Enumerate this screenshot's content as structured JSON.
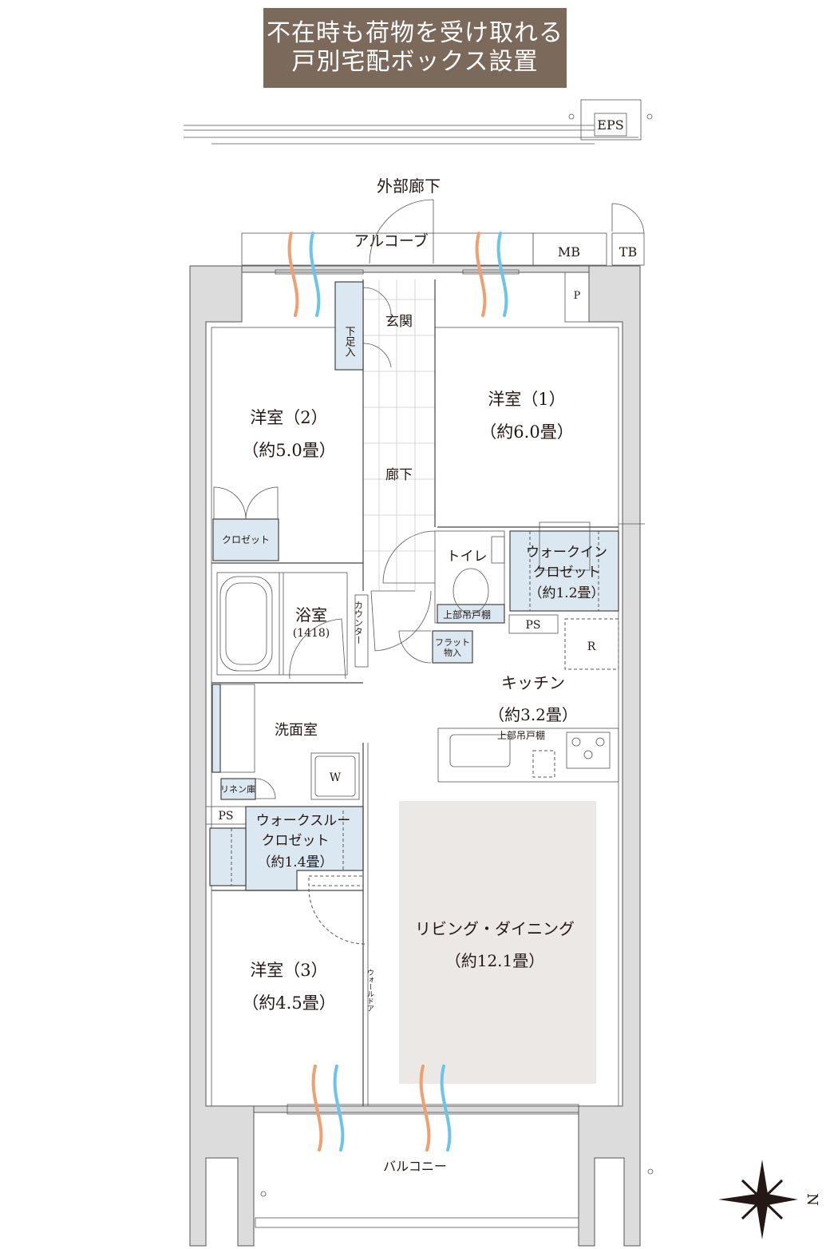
{
  "banner": {
    "line1": "不在時も荷物を受け取れる",
    "line2": "戸別宅配ボックス設置"
  },
  "labels": {
    "eps": "EPS",
    "corridor_outside": "外部廊下",
    "alcove": "アルコーブ",
    "mb": "MB",
    "tb": "TB",
    "p": "P",
    "entrance": "玄関",
    "shoe_storage": "下足入",
    "hallway": "廊下",
    "western1_name": "洋室（1）",
    "western1_size": "（約6.0畳）",
    "western2_name": "洋室（2）",
    "western2_size": "（約5.0畳）",
    "closet": "クロゼット",
    "toilet": "トイレ",
    "upper_cabinet": "上部吊戸棚",
    "wic_line1": "ウォークイン",
    "wic_line2": "クロゼット",
    "wic_size": "（約1.2畳）",
    "ps": "PS",
    "r": "R",
    "flat_storage_line1": "フラット",
    "flat_storage_line2": "物入",
    "counter": "カウンター",
    "bath": "浴室",
    "bath_size": "(1418)",
    "kitchen": "キッチン",
    "kitchen_size": "（約3.2畳）",
    "kitchen_upper_cabinet": "上部吊戸棚",
    "washroom": "洗面室",
    "w": "W",
    "linen": "リネン庫",
    "wtc_line1": "ウォークスルー",
    "wtc_line2": "クロゼット",
    "wtc_size": "（約1.4畳）",
    "ldk_name": "リビング・ダイニング",
    "ldk_size": "（約12.1畳）",
    "western3_name": "洋室（3）",
    "western3_size": "（約4.5畳）",
    "wall_door": "ウォールドア",
    "balcony": "バルコニー",
    "north": "N"
  },
  "colors": {
    "banner": "#7b6a5c",
    "storage": "#dce8f1",
    "ldk_floor": "#ece8e5",
    "wind_orange": "#f0a070",
    "wind_blue": "#6cc4ea"
  }
}
